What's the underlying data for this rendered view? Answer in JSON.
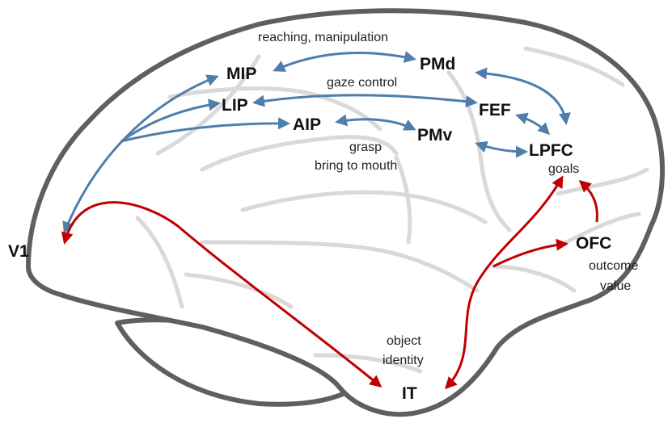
{
  "regions": {
    "mip": "MIP",
    "pmd": "PMd",
    "lip": "LIP",
    "fef": "FEF",
    "aip": "AIP",
    "pmv": "PMv",
    "lpfc": "LPFC",
    "v1": "V1",
    "ofc": "OFC",
    "it": "IT"
  },
  "labels": {
    "reaching": "reaching, manipulation",
    "gaze": "gaze control",
    "grasp": "grasp",
    "bring": "bring to mouth",
    "goals": "goals",
    "outcome": "outcome",
    "value": "value",
    "object": "object",
    "identity": "identity"
  },
  "colors": {
    "dorsal_stream": "#4f7eab",
    "ventral_stream": "#c00000",
    "brain_outline": "#5f5f5f",
    "sulci": "#d9d9d9"
  }
}
